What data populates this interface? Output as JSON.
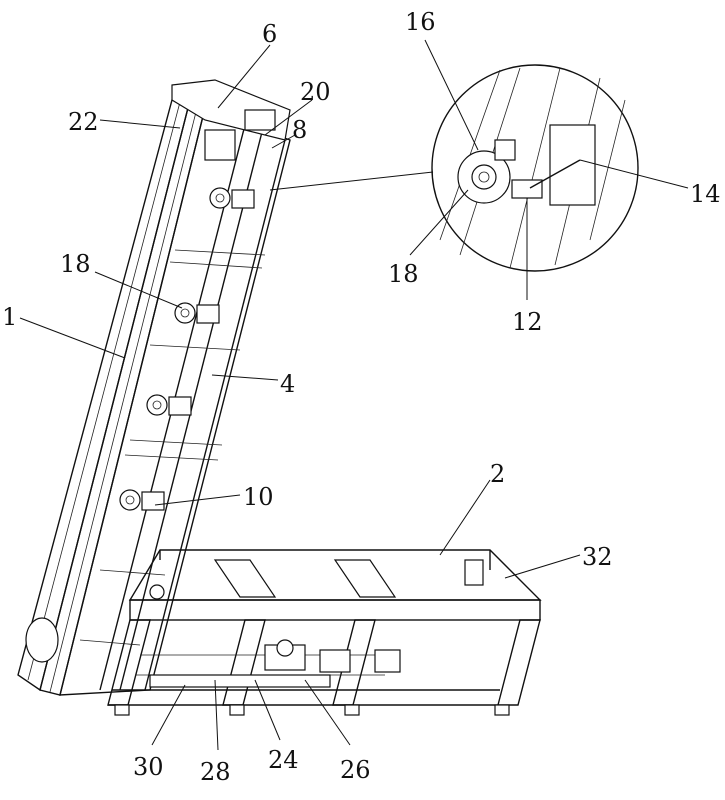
{
  "figure": {
    "reference_labels": {
      "l6": "6",
      "l16": "16",
      "l20": "20",
      "l22": "22",
      "l8": "8",
      "l14": "14",
      "l18_inset": "18",
      "l12": "12",
      "l18": "18",
      "l1": "1",
      "l4": "4",
      "l10": "10",
      "l2": "2",
      "l32": "32",
      "l30": "30",
      "l28": "28",
      "l24": "24",
      "l26": "26"
    }
  }
}
